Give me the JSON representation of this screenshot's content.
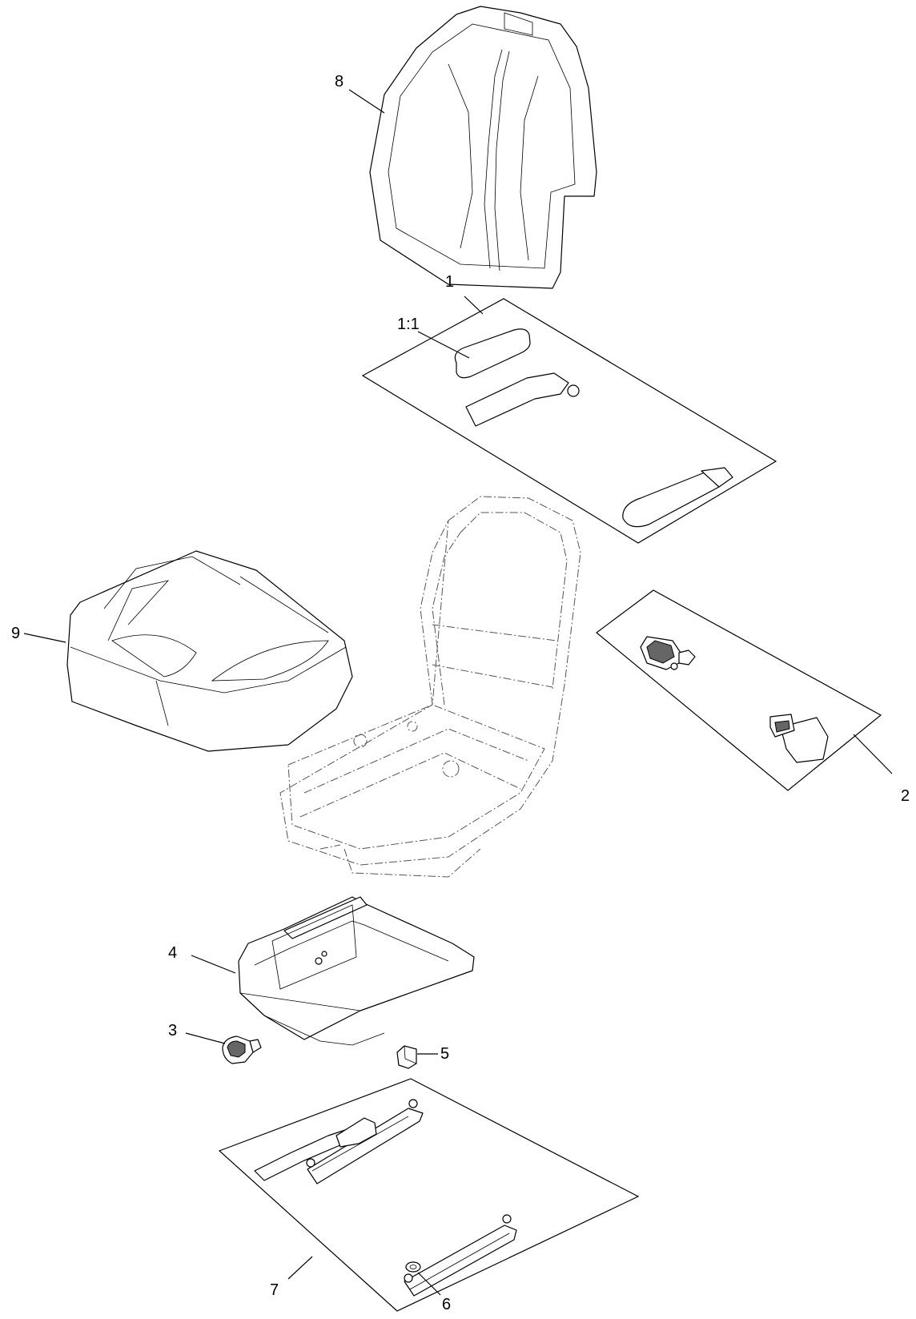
{
  "callouts": {
    "c1": "1",
    "c1_1": "1:1",
    "c2": "2",
    "c3": "3",
    "c4": "4",
    "c5": "5",
    "c6": "6",
    "c7": "7",
    "c8": "8",
    "c9": "9"
  }
}
